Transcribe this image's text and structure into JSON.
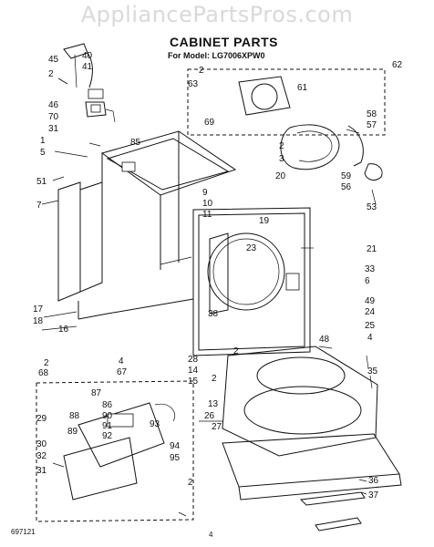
{
  "watermark": "AppliancePartsPros.com",
  "title": "CABINET PARTS",
  "subtitle": "For Model: LG7006XPW0",
  "footer_code": "697121",
  "page_number": "4",
  "callouts": [
    "45",
    "40",
    "41",
    "2",
    "46",
    "70",
    "31",
    "62",
    "63",
    "2",
    "61",
    "69",
    "58",
    "57",
    "1",
    "85",
    "5",
    "51",
    "7",
    "2",
    "3",
    "59",
    "56",
    "20",
    "9",
    "10",
    "11",
    "19",
    "53",
    "21",
    "23",
    "33",
    "6",
    "49",
    "24",
    "25",
    "38",
    "17",
    "18",
    "16",
    "48",
    "4",
    "35",
    "2",
    "68",
    "28",
    "14",
    "15",
    "4",
    "67",
    "2",
    "2",
    "13",
    "26",
    "27",
    "29",
    "88",
    "87",
    "86",
    "90",
    "91",
    "92",
    "89",
    "30",
    "32",
    "93",
    "94",
    "95",
    "31",
    "2",
    "36",
    "37"
  ]
}
